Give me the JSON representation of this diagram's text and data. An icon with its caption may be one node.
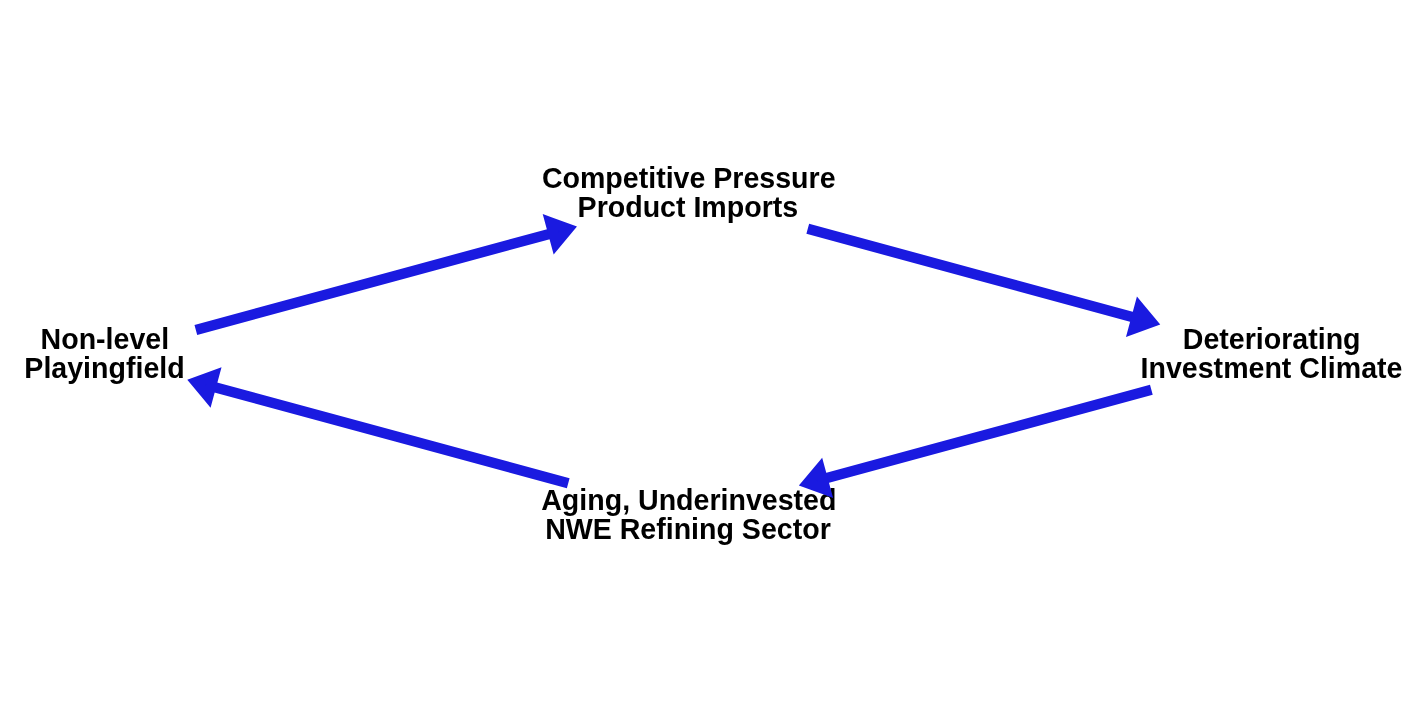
{
  "diagram": {
    "nodes": [
      {
        "text": [
          "Competitive Pressure Product Imports"
        ]
      },
      {
        "text": [
          "Non-level Playingfield"
        ]
      },
      {
        "text": [
          "Deteriorating Investment Climate"
        ]
      },
      {
        "text": [
          "Aging, Underinvested NWE Refining Sector"
        ]
      }
    ],
    "edges": [
      {
        "from": 0,
        "to": 2,
        "arrow": "to"
      },
      {
        "from": 2,
        "to": 3,
        "arrow": "to"
      },
      {
        "from": 3,
        "to": 1,
        "arrow": "to"
      },
      {
        "from": 1,
        "to": 0,
        "arrow": "to"
      }
    ]
  }
}
